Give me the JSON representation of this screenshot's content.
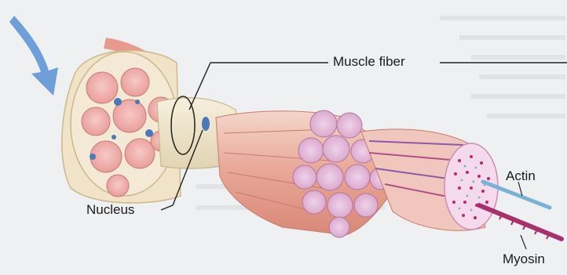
{
  "labels": {
    "muscle_fiber": "Muscle fiber",
    "nucleus": "Nucleus",
    "actin": "Actin",
    "myosin": "Myosin"
  },
  "colors": {
    "background": "#eef0f2",
    "arrow": "#6f9fd8",
    "fiber_pink": "#e79a8f",
    "fiber_light": "#f2c9bd",
    "myofibril_fill": "#e6b8d6",
    "myofibril_dot": "#c2266a",
    "nucleus_blue": "#4b78b8",
    "actin_blue": "#7ab2d6",
    "myosin_magenta": "#a8306e",
    "connective_tissue": "#efe6cf",
    "leader_line": "#222222"
  }
}
